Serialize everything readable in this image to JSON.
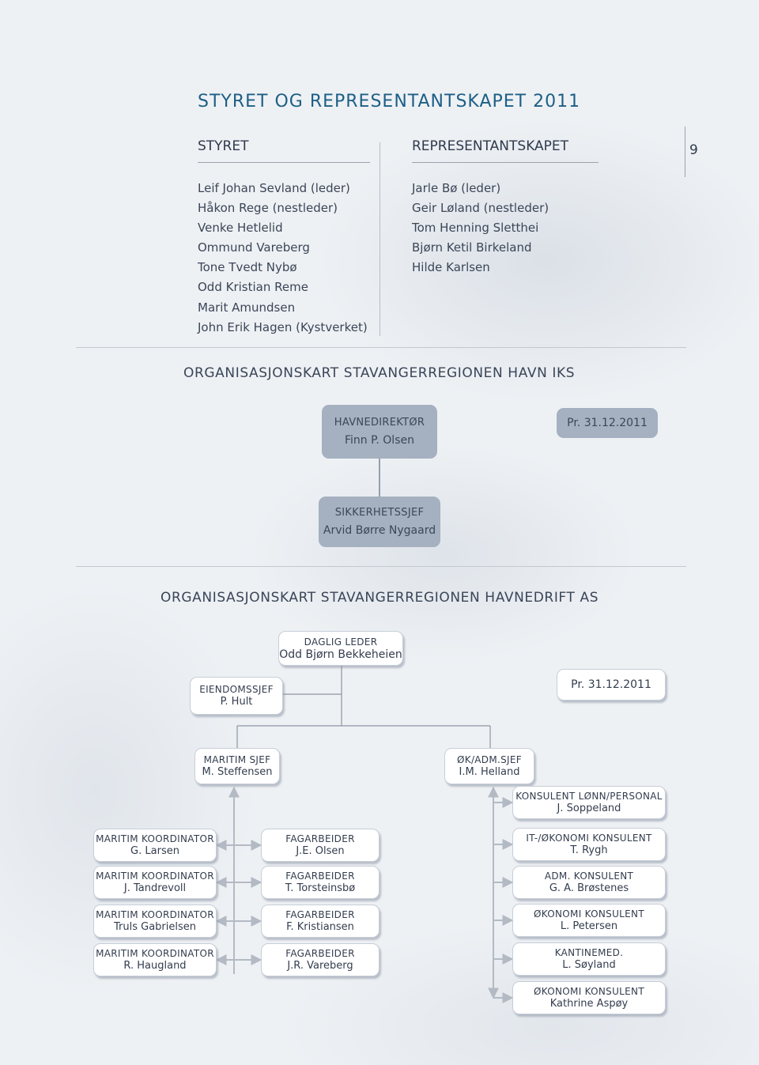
{
  "title": "STYRET OG REPRESENTANTSKAPET 2011",
  "page_number": "9",
  "styret": {
    "heading": "STYRET",
    "members": [
      "Leif Johan Sevland (leder)",
      "Håkon Rege (nestleder)",
      "Venke Hetlelid",
      "Ommund Vareberg",
      "Tone Tvedt Nybø",
      "Odd Kristian Reme",
      "Marit Amundsen",
      "John Erik Hagen (Kystverket)"
    ]
  },
  "representantskapet": {
    "heading": "REPRESENTANTSKAPET",
    "members": [
      "Jarle Bø (leder)",
      "Geir Løland (nestleder)",
      "Tom Henning Sletthei",
      "Bjørn Ketil Birkeland",
      "Hilde Karlsen"
    ]
  },
  "org_iks": {
    "title": "ORGANISASJONSKART STAVANGERREGIONEN HAVN IKS",
    "date": "Pr. 31.12.2011",
    "havnedirektor": {
      "role": "HAVNEDIREKTØR",
      "name": "Finn P. Olsen"
    },
    "sikkerhetssjef": {
      "role": "SIKKERHETSSJEF",
      "name": "Arvid Børre Nygaard"
    }
  },
  "org_as": {
    "title": "ORGANISASJONSKART STAVANGERREGIONEN HAVNEDRIFT AS",
    "date": "Pr. 31.12.2011",
    "daglig_leder": {
      "role": "DAGLIG LEDER",
      "name": "Odd Bjørn Bekkeheien"
    },
    "eiendomssjef": {
      "role": "EIENDOMSSJEF",
      "name": "P. Hult"
    },
    "maritim_sjef": {
      "role": "MARITIM SJEF",
      "name": "M. Steffensen"
    },
    "ok_adm_sjef": {
      "role": "ØK/ADM.SJEF",
      "name": "I.M. Helland"
    },
    "koordinatorer": [
      {
        "role": "MARITIM KOORDINATOR",
        "name": "G. Larsen"
      },
      {
        "role": "MARITIM KOORDINATOR",
        "name": "J. Tandrevoll"
      },
      {
        "role": "MARITIM KOORDINATOR",
        "name": "Truls Gabrielsen"
      },
      {
        "role": "MARITIM KOORDINATOR",
        "name": "R. Haugland"
      }
    ],
    "fagarbeidere": [
      {
        "role": "FAGARBEIDER",
        "name": "J.E. Olsen"
      },
      {
        "role": "FAGARBEIDER",
        "name": "T. Torsteinsbø"
      },
      {
        "role": "FAGARBEIDER",
        "name": "F. Kristiansen"
      },
      {
        "role": "FAGARBEIDER",
        "name": "J.R. Vareberg"
      }
    ],
    "okonomi": [
      {
        "role": "KONSULENT LØNN/PERSONAL",
        "name": "J. Soppeland"
      },
      {
        "role": "IT-/ØKONOMI KONSULENT",
        "name": "T. Rygh"
      },
      {
        "role": "ADM. KONSULENT",
        "name": "G. A. Brøstenes"
      },
      {
        "role": "ØKONOMI KONSULENT",
        "name": "L. Petersen"
      },
      {
        "role": "KANTINEMED.",
        "name": "L. Søyland"
      },
      {
        "role": "ØKONOMI KONSULENT",
        "name": "Kathrine Aspøy"
      }
    ]
  },
  "colors": {
    "title": "#1d5f86",
    "dark_box": "#a5b0c0",
    "line": "#8a95a5",
    "arrow": "#b3bac4"
  }
}
